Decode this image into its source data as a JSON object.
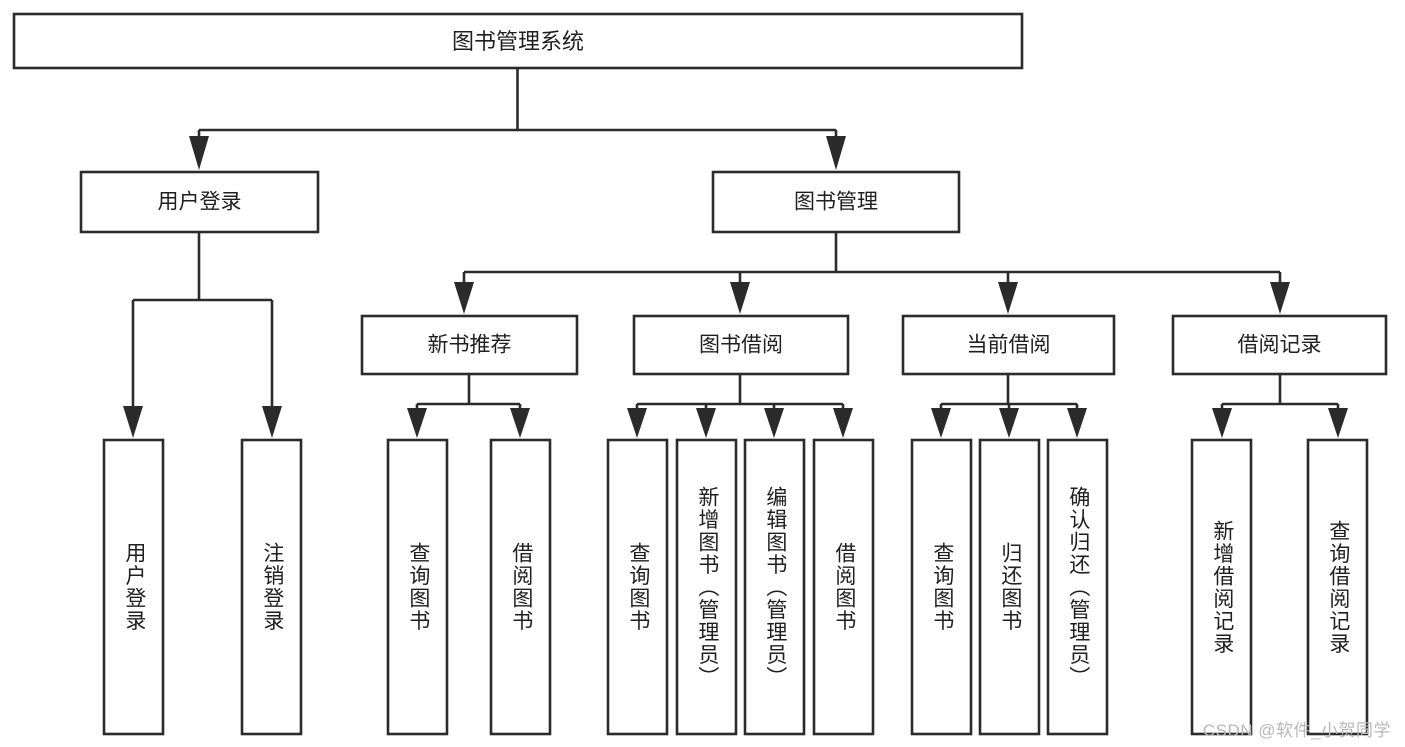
{
  "diagram": {
    "title": "图书管理系统",
    "type": "tree-hierarchy",
    "watermark": "CSDN @软件_小贺同学",
    "colors": {
      "stroke": "#2b2b2b",
      "fill": "#ffffff",
      "text": "#1f1f1f",
      "background": "#ffffff",
      "watermark": "#b8b8b8"
    },
    "root": {
      "label": "图书管理系统"
    },
    "level2": [
      {
        "label": "用户登录"
      },
      {
        "label": "图书管理"
      }
    ],
    "level3": [
      {
        "label": "新书推荐"
      },
      {
        "label": "图书借阅"
      },
      {
        "label": "当前借阅"
      },
      {
        "label": "借阅记录"
      }
    ],
    "leaves": [
      {
        "label": "用户登录",
        "parent": "用户登录"
      },
      {
        "label": "注销登录",
        "parent": "用户登录"
      },
      {
        "label": "查询图书",
        "parent": "新书推荐"
      },
      {
        "label": "借阅图书",
        "parent": "新书推荐"
      },
      {
        "label": "查询图书",
        "parent": "图书借阅"
      },
      {
        "label": "新增图书（管理员）",
        "parent": "图书借阅"
      },
      {
        "label": "编辑图书（管理员）",
        "parent": "图书借阅"
      },
      {
        "label": "借阅图书",
        "parent": "图书借阅"
      },
      {
        "label": "查询图书",
        "parent": "当前借阅"
      },
      {
        "label": "归还图书",
        "parent": "当前借阅"
      },
      {
        "label": "确认归还（管理员）",
        "parent": "当前借阅"
      },
      {
        "label": "新增借阅记录",
        "parent": "借阅记录"
      },
      {
        "label": "查询借阅记录",
        "parent": "借阅记录"
      }
    ]
  }
}
